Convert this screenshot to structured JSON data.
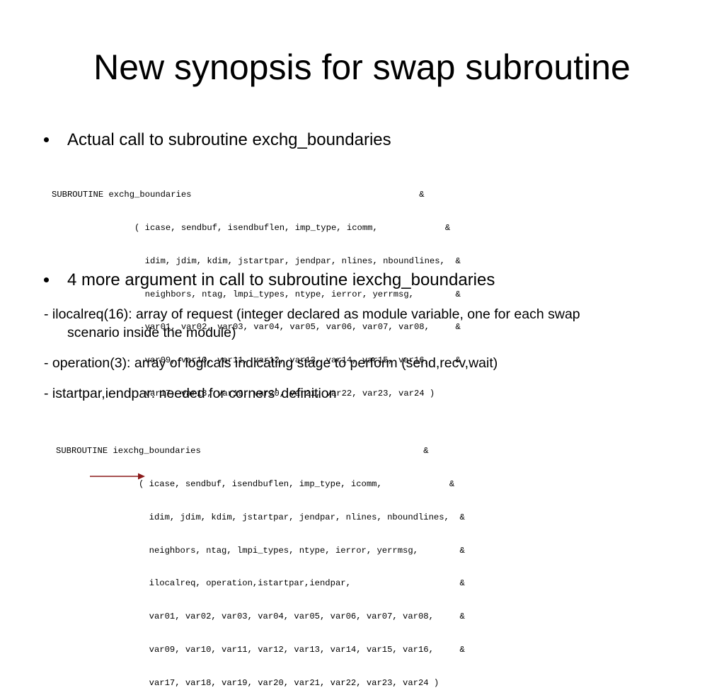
{
  "slide": {
    "title": "New synopsis for swap subroutine",
    "bullet1": "Actual call to subroutine exchg_boundaries",
    "code1": [
      "SUBROUTINE exchg_boundaries                                            &",
      "                ( icase, sendbuf, isendbuflen, imp_type, icomm,             &",
      "                  idim, jdim, kdim, jstartpar, jendpar, nlines, nboundlines,  &",
      "                  neighbors, ntag, lmpi_types, ntype, ierror, yerrmsg,        &",
      "                  var01, var02, var03, var04, var05, var06, var07, var08,     &",
      "                  var09, var10, var11, var12, var13, var14, var15, var16,     &",
      "                  var17, var18, var19, var20, var21, var22, var23, var24 )"
    ],
    "bullet2": "4 more argument in call to subroutine iexchg_boundaries",
    "notes": [
      {
        "line1": "- ilocalreq(16): array of request (integer declared as module variable, one for each swap",
        "line2": "scenario inside the module)"
      },
      {
        "line1": "- operation(3): array of logicals indicating stage to perform (send,recv,wait)",
        "line2": ""
      },
      {
        "line1": "- istartpar,iendpar: needed for corners' definition",
        "line2": ""
      }
    ],
    "code2": [
      "SUBROUTINE iexchg_boundaries                                           &",
      "                ( icase, sendbuf, isendbuflen, imp_type, icomm,             &",
      "                  idim, jdim, kdim, jstartpar, jendpar, nlines, nboundlines,  &",
      "                  neighbors, ntag, lmpi_types, ntype, ierror, yerrmsg,        &",
      "                  ilocalreq, operation,istartpar,iendpar,                     &",
      "                  var01, var02, var03, var04, var05, var06, var07, var08,     &",
      "                  var09, var10, var11, var12, var13, var14, var15, var16,     &",
      "                  var17, var18, var19, var20, var21, var22, var23, var24 )"
    ],
    "arrow_color": "#8b1a1a"
  }
}
